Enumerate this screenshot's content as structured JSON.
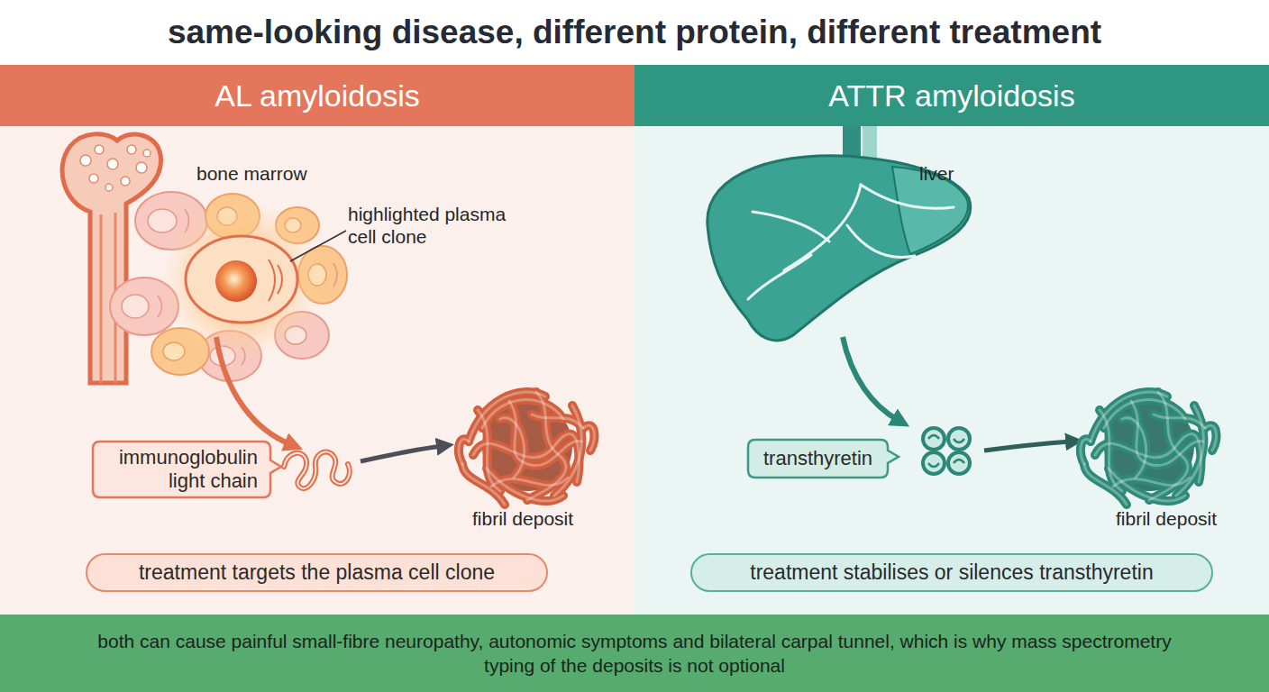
{
  "diagram": {
    "title": "same-looking disease, different protein, different treatment",
    "nodes": [
      {
        "text": [
          "AL amyloidosis"
        ]
      },
      {
        "text": [
          "immunoglobulin light chain"
        ],
        "in": 0
      },
      {
        "text": [
          "treatment targets the plasma cell clone"
        ],
        "in": 0
      },
      {
        "text": [
          "ATTR amyloidosis"
        ]
      },
      {
        "text": [
          "transthyretin"
        ],
        "in": 3
      },
      {
        "text": [
          "treatment stabilises or silences transthyretin"
        ],
        "in": 3
      },
      {
        "text": [
          "both can cause painful small-fibre neuropathy, autonomic symptoms and bilateral carpal tunnel, which is why mass spectrometry typing of the deposits is not optional"
        ]
      }
    ],
    "labels": [
      "bone marrow",
      "highlighted plasma cell clone",
      "fibril deposit",
      "liver",
      "fibril deposit"
    ]
  }
}
